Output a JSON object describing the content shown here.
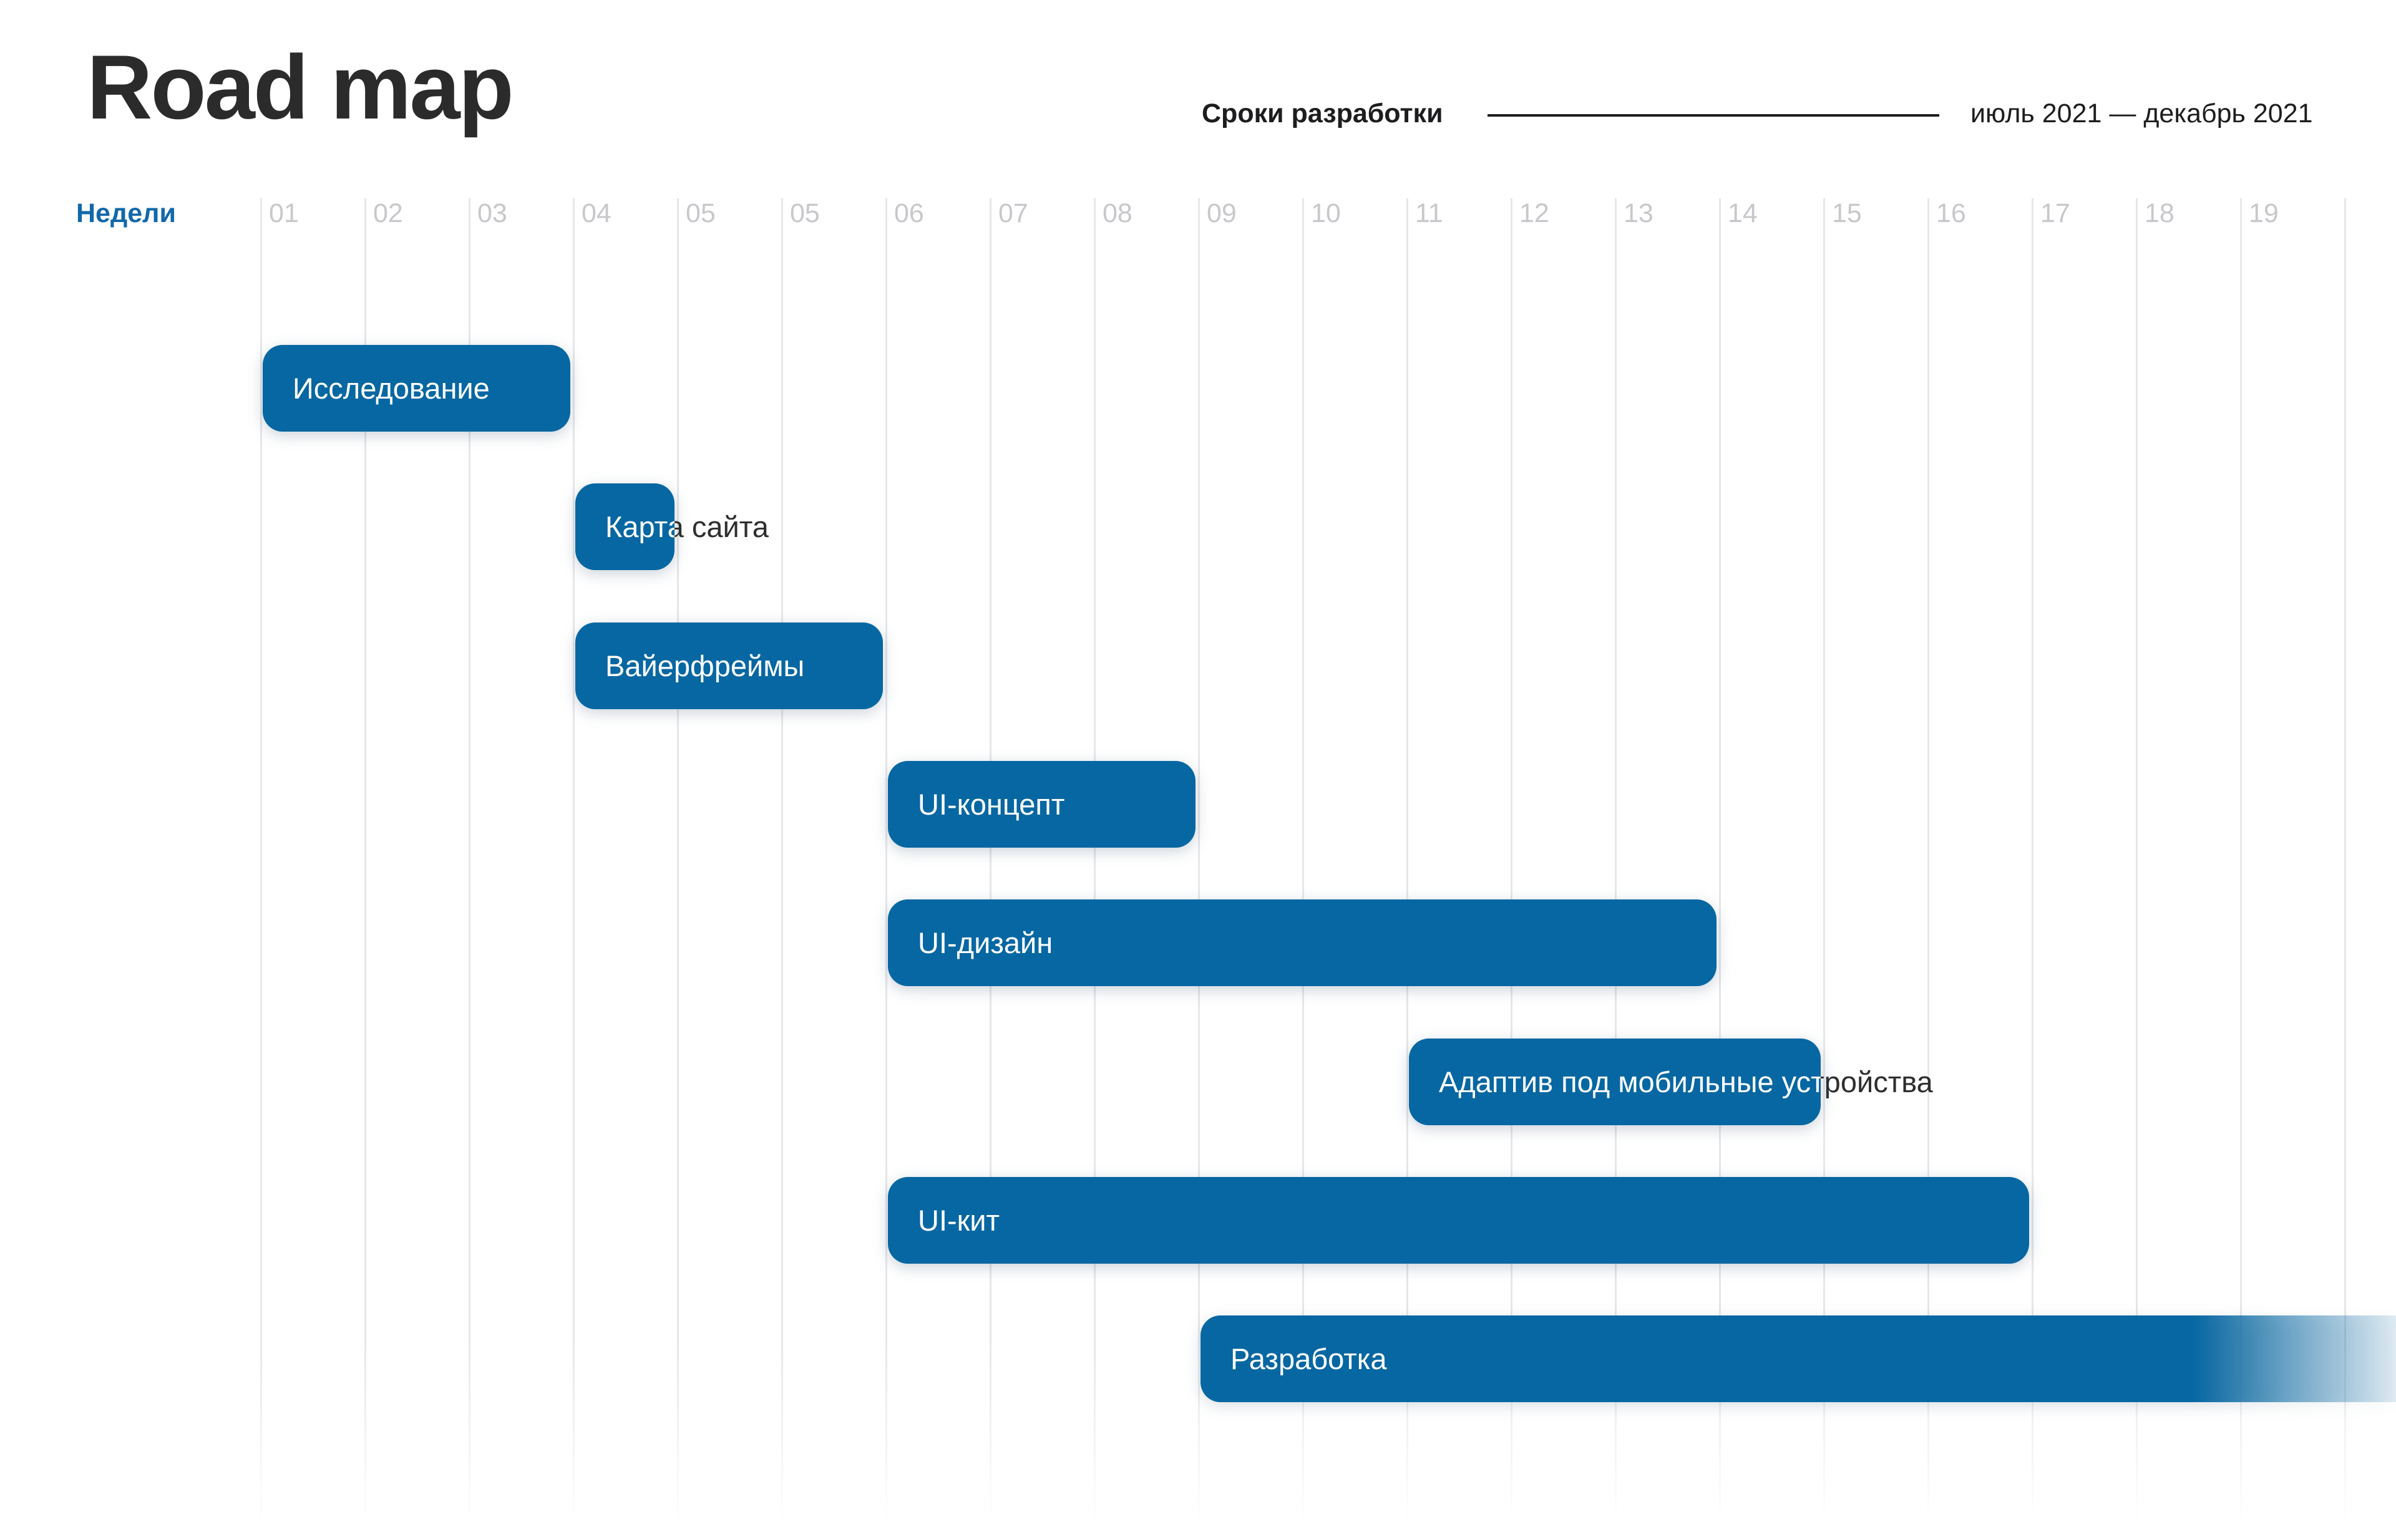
{
  "page": {
    "title": "Road map"
  },
  "legend": {
    "label": "Сроки разработки",
    "period": "июль 2021 — декабрь 2021"
  },
  "timeline": {
    "axis_label": "Недели",
    "weeks": [
      "01",
      "02",
      "03",
      "04",
      "05",
      "05",
      "06",
      "07",
      "08",
      "09",
      "10",
      "11",
      "12",
      "13",
      "14",
      "15",
      "16",
      "17",
      "18",
      "19"
    ]
  },
  "tasks": [
    {
      "label": "Исследование",
      "start_week_index": 0,
      "span_weeks": 3,
      "label_overflows_bar": false,
      "extends_beyond_chart": false
    },
    {
      "label": "Карта сайта",
      "start_week_index": 3,
      "span_weeks": 1,
      "label_overflows_bar": true,
      "extends_beyond_chart": false
    },
    {
      "label": "Вайерфреймы",
      "start_week_index": 3,
      "span_weeks": 3,
      "label_overflows_bar": false,
      "extends_beyond_chart": false
    },
    {
      "label": "UI-концепт",
      "start_week_index": 6,
      "span_weeks": 3,
      "label_overflows_bar": false,
      "extends_beyond_chart": false
    },
    {
      "label": "UI-дизайн",
      "start_week_index": 6,
      "span_weeks": 8,
      "label_overflows_bar": false,
      "extends_beyond_chart": false
    },
    {
      "label": "Адаптив под мобильные устройства",
      "start_week_index": 11,
      "span_weeks": 4,
      "label_overflows_bar": true,
      "extends_beyond_chart": false
    },
    {
      "label": "UI-кит",
      "start_week_index": 6,
      "span_weeks": 11,
      "label_overflows_bar": false,
      "extends_beyond_chart": false
    },
    {
      "label": "Разработка",
      "start_week_index": 9,
      "span_weeks": 11,
      "label_overflows_bar": false,
      "extends_beyond_chart": true
    }
  ],
  "colors": {
    "bar_blue": "#0667a2",
    "axis_label_blue": "#1268aa",
    "week_label_gray": "#c8c8cc",
    "grid_line_gray": "#e7e7ea",
    "text_dark": "#1d1d1f",
    "title_dark": "#2b2b2b",
    "bar_label_white": "#ffffff",
    "overflow_label_dark": "#2e2e2e"
  },
  "chart_data": {
    "type": "bar",
    "subtype": "gantt-roadmap",
    "title": "Road map",
    "xlabel": "Недели",
    "x_ticks": [
      "01",
      "02",
      "03",
      "04",
      "05",
      "05",
      "06",
      "07",
      "08",
      "09",
      "10",
      "11",
      "12",
      "13",
      "14",
      "15",
      "16",
      "17",
      "18",
      "19"
    ],
    "note_duplicate_tick": "05 appears twice in the source image",
    "period_annotation": "июль 2021 — декабрь 2021",
    "legend_annotation": "Сроки разработки",
    "grid": "vertical-lines-on",
    "series": [
      {
        "name": "Исследование",
        "start_tick_index": 0,
        "end_tick_index": 3,
        "start_tick": "01",
        "end_tick": "04",
        "duration_weeks": 3
      },
      {
        "name": "Карта сайта",
        "start_tick_index": 3,
        "end_tick_index": 4,
        "start_tick": "04",
        "end_tick": "05",
        "duration_weeks": 1
      },
      {
        "name": "Вайерфреймы",
        "start_tick_index": 3,
        "end_tick_index": 6,
        "start_tick": "04",
        "end_tick": "06",
        "duration_weeks": 3
      },
      {
        "name": "UI-концепт",
        "start_tick_index": 6,
        "end_tick_index": 9,
        "start_tick": "06",
        "end_tick": "09",
        "duration_weeks": 3
      },
      {
        "name": "UI-дизайн",
        "start_tick_index": 6,
        "end_tick_index": 14,
        "start_tick": "06",
        "end_tick": "14",
        "duration_weeks": 8
      },
      {
        "name": "Адаптив под мобильные устройства",
        "start_tick_index": 11,
        "end_tick_index": 15,
        "start_tick": "11",
        "end_tick": "15",
        "duration_weeks": 4
      },
      {
        "name": "UI-кит",
        "start_tick_index": 6,
        "end_tick_index": 17,
        "start_tick": "06",
        "end_tick": "17",
        "duration_weeks": 11
      },
      {
        "name": "Разработка",
        "start_tick_index": 9,
        "end_tick_index": 20,
        "start_tick": "09",
        "end_tick": "beyond 19 (fades out past right edge)",
        "duration_weeks": "11+",
        "fades_out_right": true
      }
    ]
  }
}
